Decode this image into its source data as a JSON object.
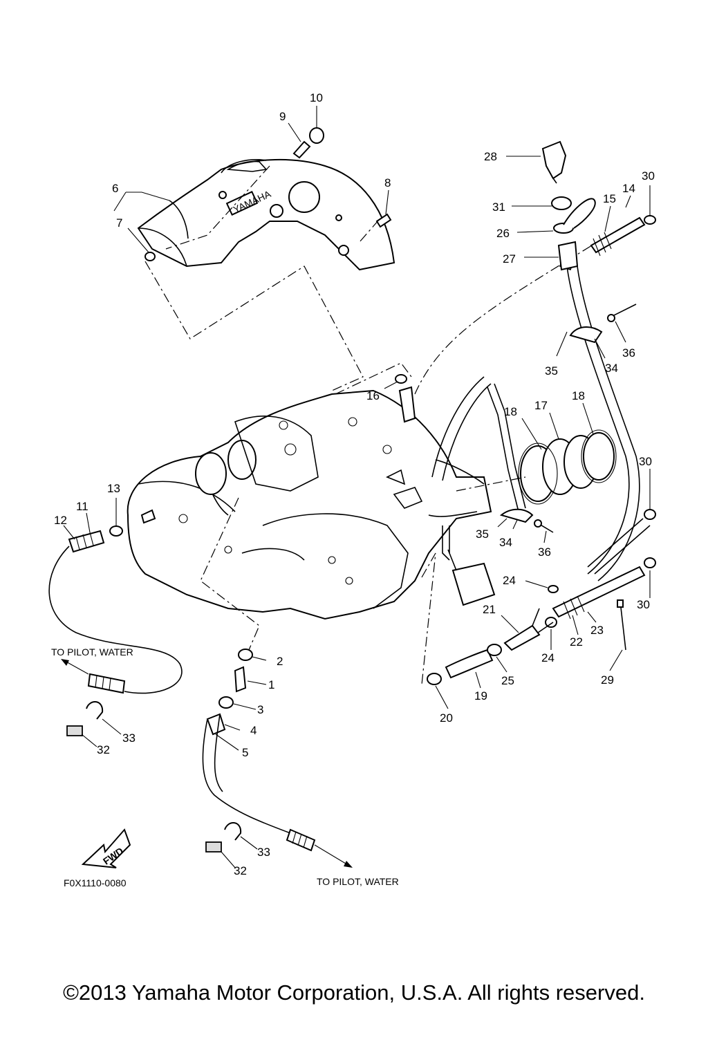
{
  "diagram_code": "F0X1110-0080",
  "copyright": "©2013 Yamaha Motor Corporation, U.S.A. All rights reserved.",
  "annotations": {
    "to_pilot_water_left": "TO PILOT, WATER",
    "to_pilot_water_bottom": "TO PILOT, WATER",
    "fwd": "FWD",
    "brand_mark": "YAMAHA"
  },
  "part_labels": [
    "10",
    "9",
    "28",
    "30",
    "8",
    "14",
    "15",
    "6",
    "31",
    "7",
    "26",
    "27",
    "36",
    "35",
    "34",
    "16",
    "18",
    "17",
    "18",
    "30",
    "13",
    "11",
    "12",
    "35",
    "34",
    "36",
    "24",
    "30",
    "21",
    "23",
    "22",
    "24",
    "2",
    "1",
    "3",
    "4",
    "5",
    "25",
    "19",
    "29",
    "20",
    "33",
    "32",
    "33",
    "32"
  ]
}
